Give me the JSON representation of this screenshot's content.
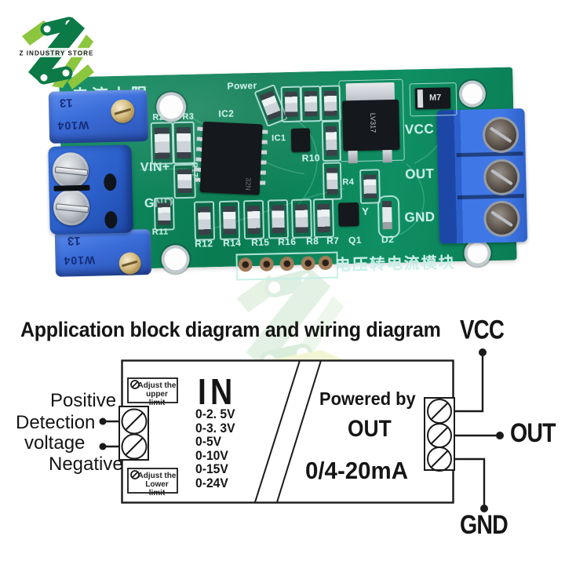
{
  "logo": {
    "store_name": "Z INDUSTRY STORE"
  },
  "pcb": {
    "board_title": "电流上限",
    "module_name": "电压转电流模块",
    "power_label": "Power",
    "vcc": "VCC",
    "out": "OUT",
    "gnd": "GND",
    "vin": "VIN+",
    "gnd_in": "GND",
    "pot_model": "W104",
    "pot_code": "13",
    "regulator": "LV317",
    "diode": "M7",
    "ic2": "IC2",
    "ic1": "IC1",
    "ic2_marking": "32N",
    "q1_marking": "Y",
    "r2": "R2",
    "r3": "R3",
    "r17": "R17",
    "r10": "R10",
    "r4": "R4",
    "r11": "R11",
    "bottom_row": [
      "R12",
      "R14",
      "R15",
      "R16",
      "R8",
      "R7",
      "Q1",
      "D2"
    ]
  },
  "section_title": "Application block diagram and wiring diagram",
  "diagram": {
    "labels": {
      "positive": "Positive",
      "detection": "Detection",
      "voltage": "voltage",
      "negative": "Negative"
    },
    "adjust_upper": {
      "line1": "Adjust the",
      "line2": "upper limit"
    },
    "adjust_lower": {
      "line1": "Adjust the",
      "line2": "Lower limit"
    },
    "input_title": "IN",
    "input_ranges": [
      "0-2. 5V",
      "0-3. 3V",
      "0-5V",
      "0-10V",
      "0-15V",
      "0-24V"
    ],
    "powered_by": "Powered by",
    "output_title": "OUT",
    "output_range": "0/4-20mA",
    "pin_vcc": "VCC",
    "pin_out": "OUT",
    "pin_gnd": "GND"
  },
  "colors": {
    "pcb_green": "#0d8a5e",
    "silkscreen_cyan": "#c9efe9",
    "terminal_blue": "#2e6cd8",
    "pot_blue": "#3f76dc",
    "logo_dark_green": "#0c7a46",
    "logo_light_green": "#8cc63e",
    "diagram_ink": "#1a1a1a"
  }
}
